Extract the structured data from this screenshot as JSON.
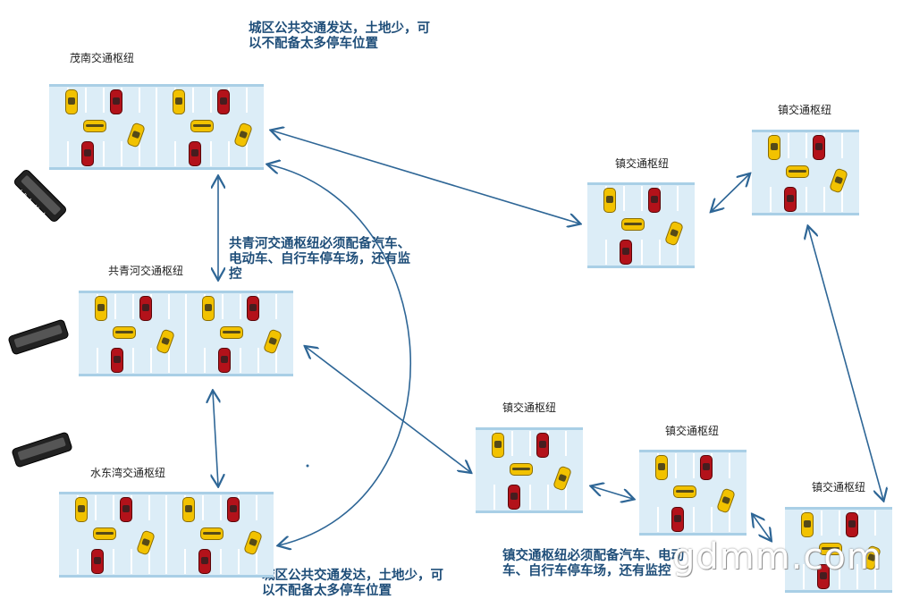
{
  "hubs": {
    "maonan": "茂南交通枢纽",
    "gongqinghe": "共青河交通枢纽",
    "shuidongwan": "水东湾交通枢纽",
    "town1": "镇交通枢纽",
    "town2": "镇交通枢纽",
    "town3": "镇交通枢纽",
    "town4": "镇交通枢纽",
    "town5": "镇交通枢纽"
  },
  "buses": {
    "bus1": "城市公交",
    "bus2": "城市公交",
    "bus3": "城市公交"
  },
  "notes": {
    "top": "城区公共交通发达，土地少，可以不配备太多停车位置",
    "middle": "共青河交通枢纽必须配备汽车、电动车、自行车停车场，还有监控",
    "bottom": "城区公共交通发达，土地少，可以不配备太多停车位置",
    "town": "镇交通枢纽必须配备汽车、电动车、自行车停车场，还有监控"
  },
  "watermark": "gdmm.com",
  "colors": {
    "arrow": "#2e6696",
    "note": "#1f4e79",
    "lot": "#dcedf7"
  }
}
